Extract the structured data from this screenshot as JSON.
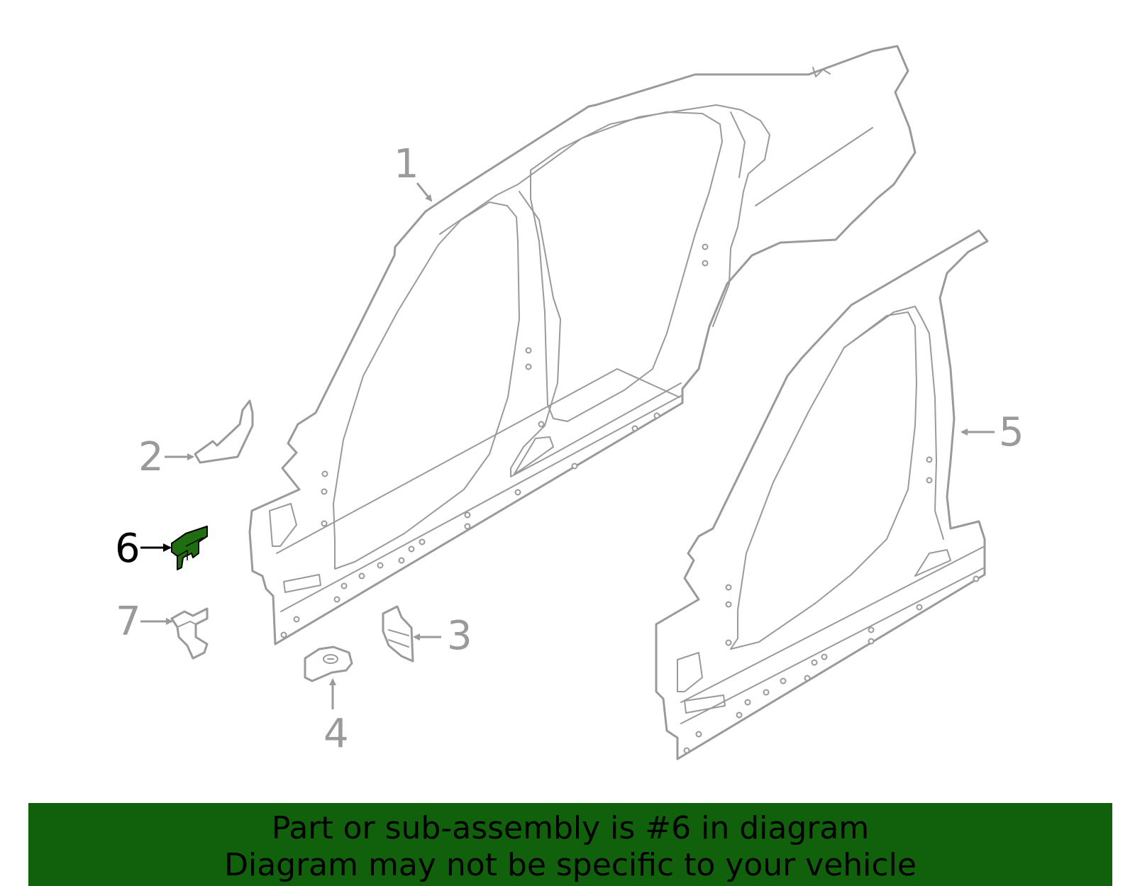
{
  "callouts": [
    "1",
    "2",
    "3",
    "4",
    "5",
    "6",
    "7"
  ],
  "highlighted_callout": "6",
  "banner": {
    "line1": "Part or sub-assembly is #6 in diagram",
    "line2": "Diagram may not be specific to your vehicle"
  },
  "colors": {
    "highlight": "#1f6f12",
    "banner_background": "#11600b",
    "line_art": "#9a9a9a",
    "active_callout": "#000000"
  }
}
